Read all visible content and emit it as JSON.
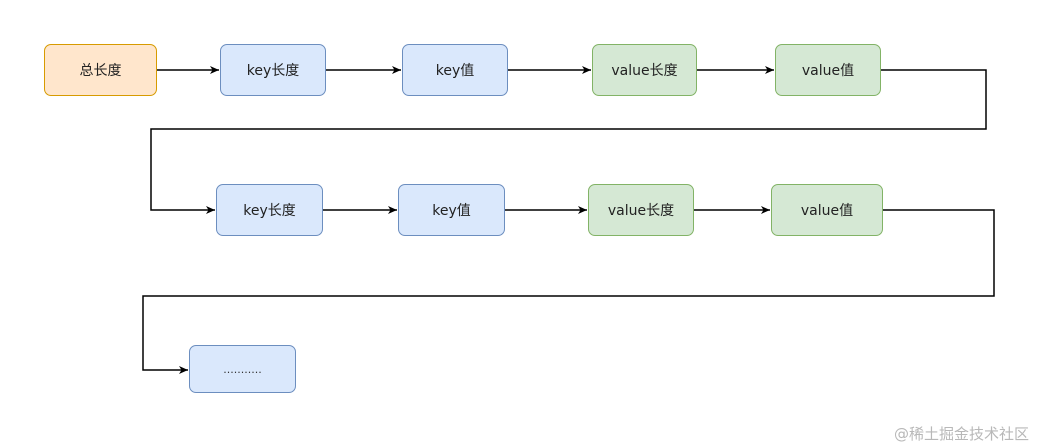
{
  "nodes": {
    "total_length": "总长度",
    "key_length": "key长度",
    "key_value": "key值",
    "value_length": "value长度",
    "value_value": "value值",
    "ellipsis": "..........."
  },
  "watermark": "@稀土掘金技术社区",
  "colors": {
    "orange_fill": "#ffe6cc",
    "orange_stroke": "#d79b00",
    "blue_fill": "#dae8fc",
    "blue_stroke": "#6c8ebf",
    "green_fill": "#d5e8d4",
    "green_stroke": "#82b366"
  }
}
